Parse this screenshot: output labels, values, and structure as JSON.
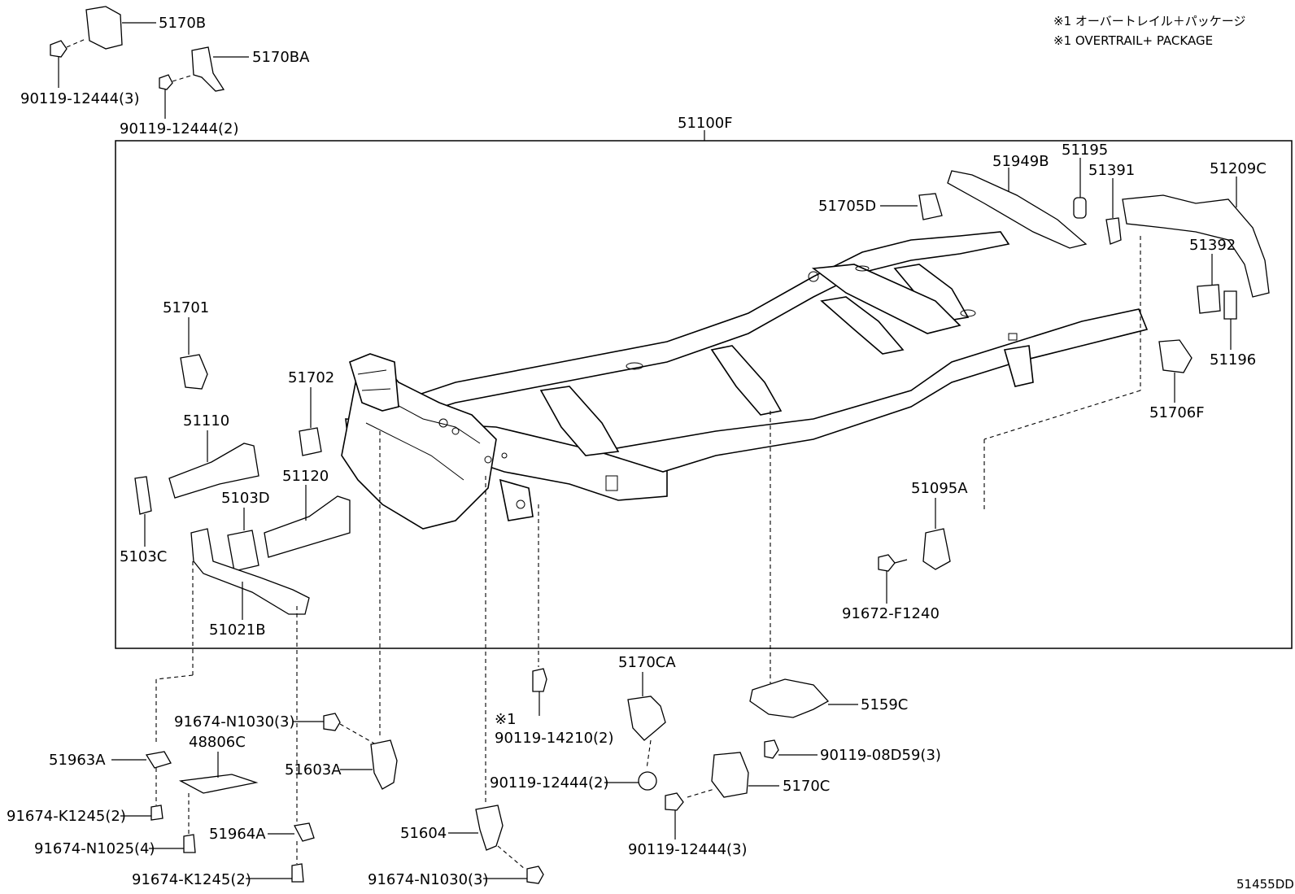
{
  "notes": {
    "line1": "※1 オーバートレイル＋パッケージ",
    "line2": "※1 OVERTRAIL+ PACKAGE"
  },
  "assembly_label": "51100F",
  "diagram_code": "51455DD",
  "labels": {
    "p5170B": "5170B",
    "p5170BA": "5170BA",
    "b90119_3_top": "90119-12444(3)",
    "b90119_2_top": "90119-12444(2)",
    "p51949B": "51949B",
    "p51195": "51195",
    "p51391": "51391",
    "p51209C": "51209C",
    "p51705D": "51705D",
    "p51392": "51392",
    "p51196": "51196",
    "p51706F": "51706F",
    "p51701": "51701",
    "p51702": "51702",
    "p51110": "51110",
    "p51120": "51120",
    "p5103D": "5103D",
    "p5103C": "5103C",
    "p51021B": "51021B",
    "p51095A": "51095A",
    "b91672": "91672-F1240",
    "p5170CA": "5170CA",
    "p5159C": "5159C",
    "mark1": "※1",
    "b90119_14210": "90119-14210(2)",
    "b90119_08D59": "90119-08D59(3)",
    "b90119_2_mid": "90119-12444(2)",
    "p5170C": "5170C",
    "b90119_3_bot": "90119-12444(3)",
    "b91674_N1030_top": "91674-N1030(3)",
    "p48806C": "48806C",
    "p51963A": "51963A",
    "p51603A": "51603A",
    "b91674_K1245_top": "91674-K1245(2)",
    "b91674_N1025": "91674-N1025(4)",
    "p51964A": "51964A",
    "p51604": "51604",
    "b91674_K1245_bot": "91674-K1245(2)",
    "b91674_N1030_bot": "91674-N1030(3)"
  }
}
